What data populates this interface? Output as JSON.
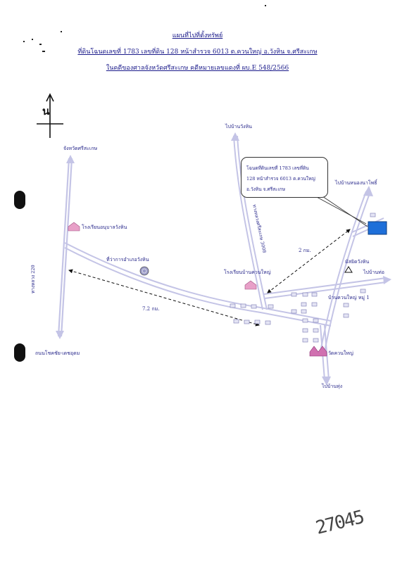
{
  "title": {
    "line1": "แผนที่ไปที่ตั้งทรัพย์",
    "line2": "ที่ดินโฉนดเลขที่ 1783 เลขที่ดิน 128 หน้าสำรวจ 6013 ต.ควนใหญ่ อ.วังหิน จ.ศรีสะเกษ",
    "line3": "ในคดีของศาลจังหวัดศรีสะเกษ คดีหมายเลขแดงที่ ผบ.E 548/2566"
  },
  "north": {
    "label": "น"
  },
  "places": {
    "to_sisaket": "จังหวัดศรีสะเกษ",
    "kindergarten": "โรงเรียนอนุบาลวังหิน",
    "district_office": "ที่ว่าการอำเภอวังหิน",
    "highway_220": "ทางหลวง 220",
    "road_to_chokchai": "ถนนโชคชัย-เดชอุดม",
    "to_wanghin": "ไปบ้านวังหิน",
    "road_3008": "ทางหลวงศรีสะเกษ 3008",
    "school_khuanyai": "โรงเรียนบ้านควนใหญ่",
    "to_nongnawa": "ไปบ้านหนองนาโพธิ์",
    "mosque": "มัสยิดวังหิน",
    "to_ban_tho": "ไปบ้านท่อ",
    "village": "บ้านควนใหญ่ หมู่ 1",
    "temple": "วัดควนใหญ่",
    "to_ban_thung": "ไปบ้านทุ่ง"
  },
  "distances": {
    "long": "7.2 กม.",
    "short": "2 กม."
  },
  "callout": {
    "line1": "โฉนดที่ดินเลขที่ 1783 เลขที่ดิน",
    "line2": "128 หน้าสำรวจ 6013 ต.ควนใหญ่",
    "line3": "อ.วังหิน จ.ศรีสะเกษ"
  },
  "handwritten_number": "27045",
  "colors": {
    "road": "#b8b8dc",
    "text": "#2a2a8c",
    "parcel": "#1e6fd9",
    "house": "#8888bb",
    "temple": "#c8509a"
  }
}
